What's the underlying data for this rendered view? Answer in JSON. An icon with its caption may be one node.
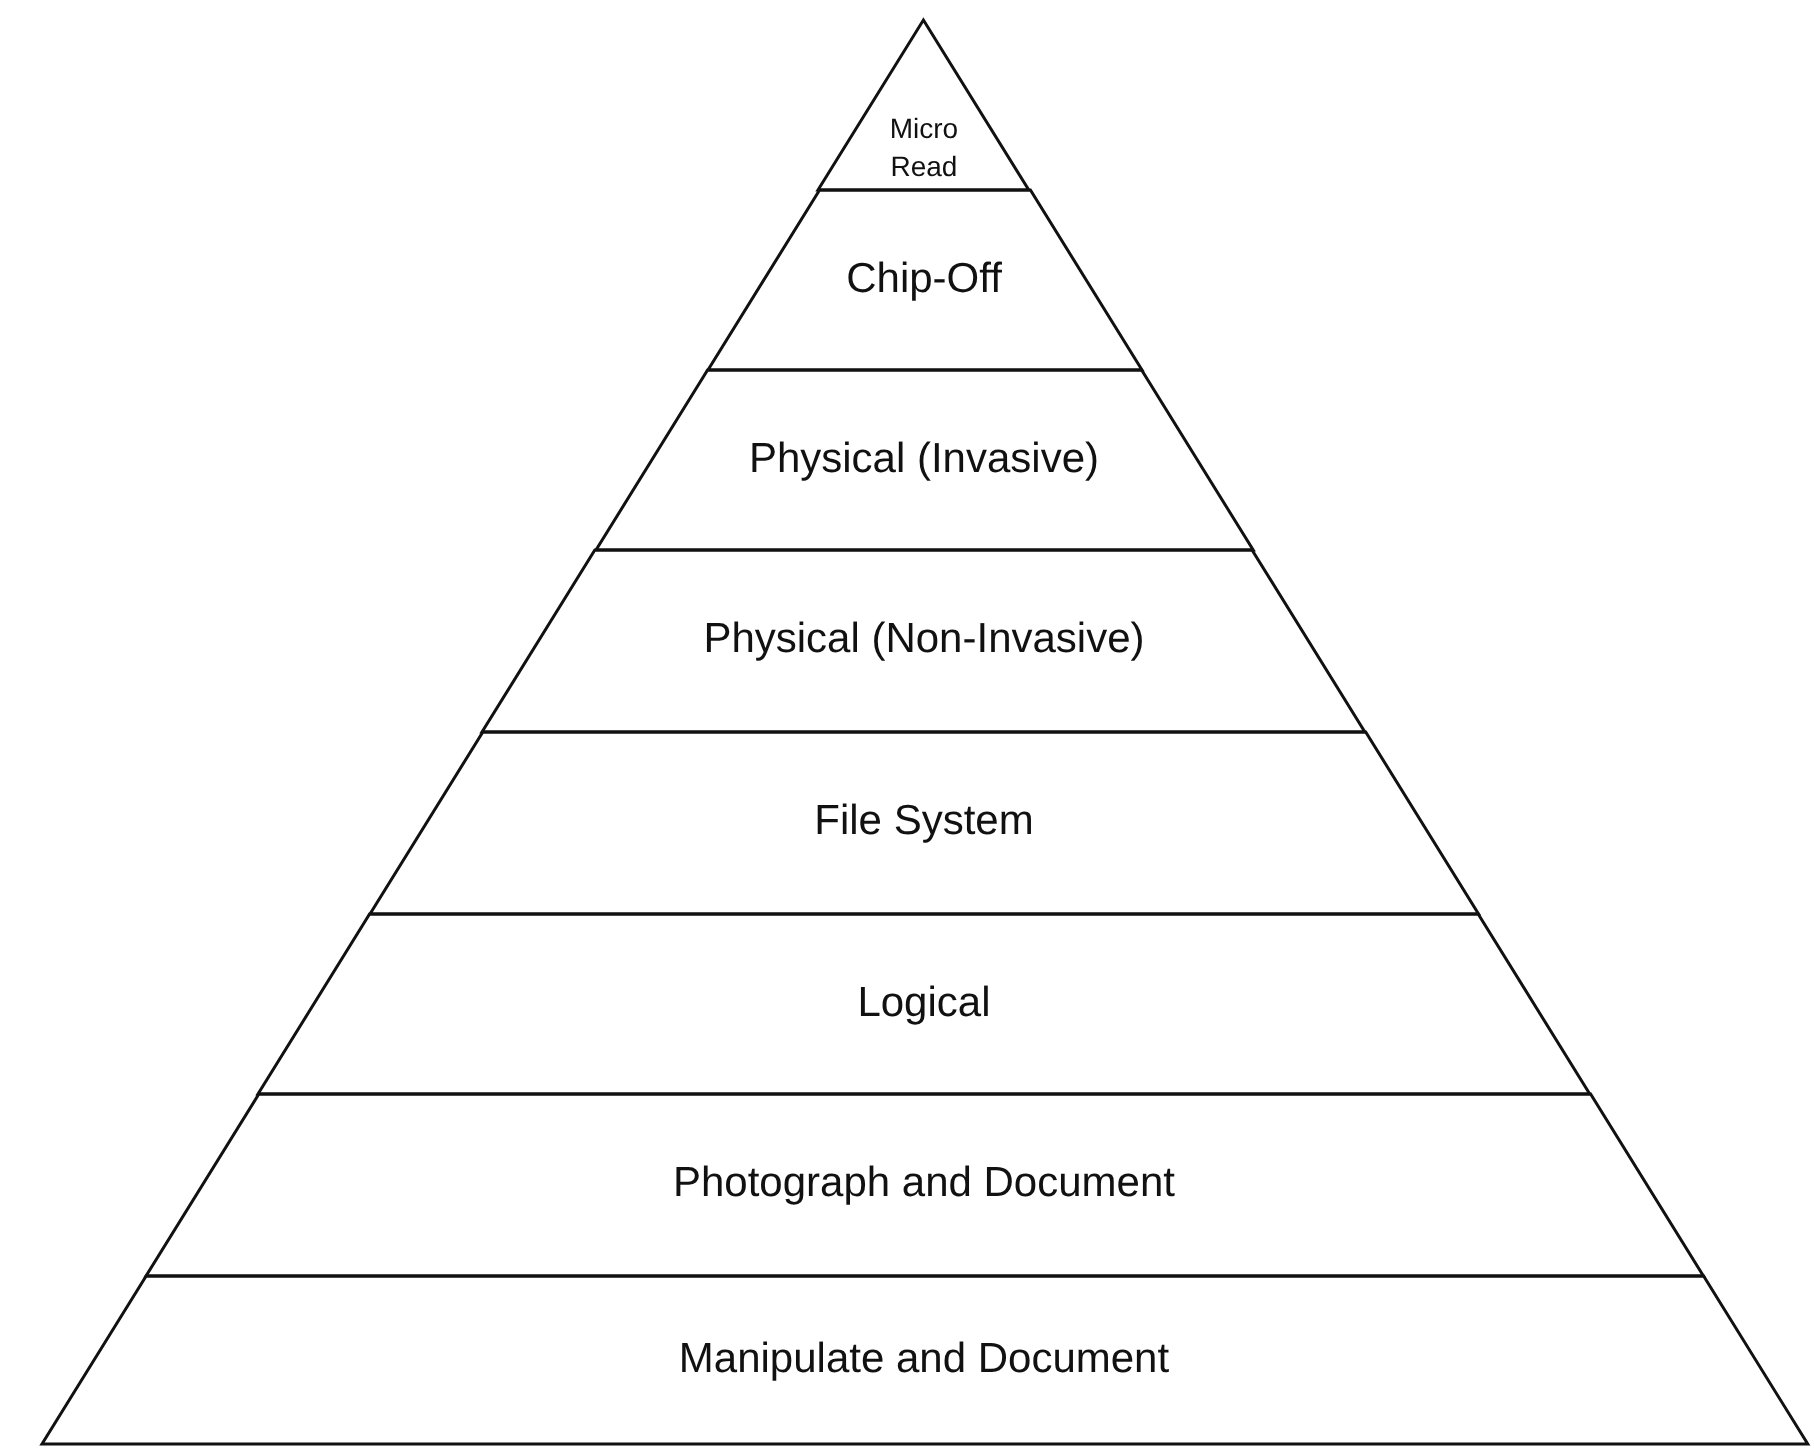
{
  "diagram": {
    "nodes": [
      {
        "text": [
          "Micro Read"
        ]
      },
      {
        "text": [
          "Chip-Off"
        ]
      },
      {
        "text": [
          "Physical (Invasive)"
        ]
      },
      {
        "text": [
          "Physical (Non-Invasive)"
        ]
      },
      {
        "text": [
          "File System"
        ]
      },
      {
        "text": [
          "Logical"
        ]
      },
      {
        "text": [
          "Photograph and Document"
        ]
      },
      {
        "text": [
          "Manipulate and Document"
        ]
      }
    ]
  }
}
